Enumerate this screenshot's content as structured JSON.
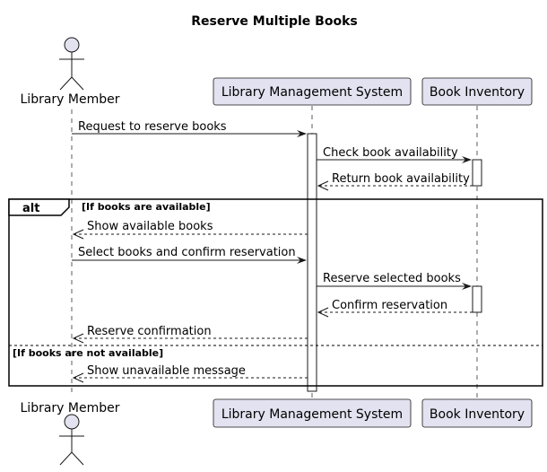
{
  "title": "Reserve Multiple Books",
  "participants": {
    "member": "Library Member",
    "system": "Library Management System",
    "inventory": "Book Inventory"
  },
  "messages": [
    {
      "text": "Request to reserve books"
    },
    {
      "text": "Check book availability"
    },
    {
      "text": "Return book availability"
    },
    {
      "text": "Show available books"
    },
    {
      "text": "Select books and confirm reservation"
    },
    {
      "text": "Reserve selected books"
    },
    {
      "text": "Confirm reservation"
    },
    {
      "text": "Reserve confirmation"
    },
    {
      "text": "Show unavailable message"
    }
  ],
  "alt": {
    "keyword": "alt",
    "guard_1": "[If books are available]",
    "guard_2": "[If books are not available]"
  },
  "colors": {
    "participant_fill": "#e2e2f0",
    "stroke": "#181818"
  }
}
